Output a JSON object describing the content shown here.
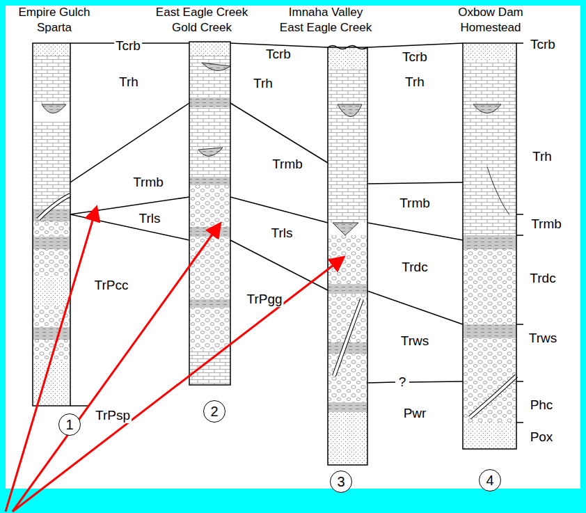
{
  "diagram": {
    "nodes": [
      {
        "text": [
          "1"
        ]
      },
      {
        "text": [
          "2"
        ]
      },
      {
        "text": [
          "3"
        ]
      },
      {
        "text": [
          "4"
        ]
      }
    ],
    "labels": [
      "Empire Gulch",
      "Sparta",
      "East Eagle Creek",
      "Gold Creek",
      "Imnaha Valley",
      "East Eagle Creek",
      "Oxbow Dam",
      "Homestead",
      "Tcrb",
      "Tcrb",
      "Tcrb",
      "Tcrb",
      "Trh",
      "Trh",
      "Trh",
      "Trh",
      "Trmb",
      "Trmb",
      "Trls",
      "Trls",
      "Trmb",
      "Trmb",
      "TrPcc",
      "TrPgg",
      "Trdc",
      "Trdc",
      "Trws",
      "Trws",
      "TrPsp",
      "?",
      "Pwr",
      "Phc",
      "Pox"
    ]
  }
}
